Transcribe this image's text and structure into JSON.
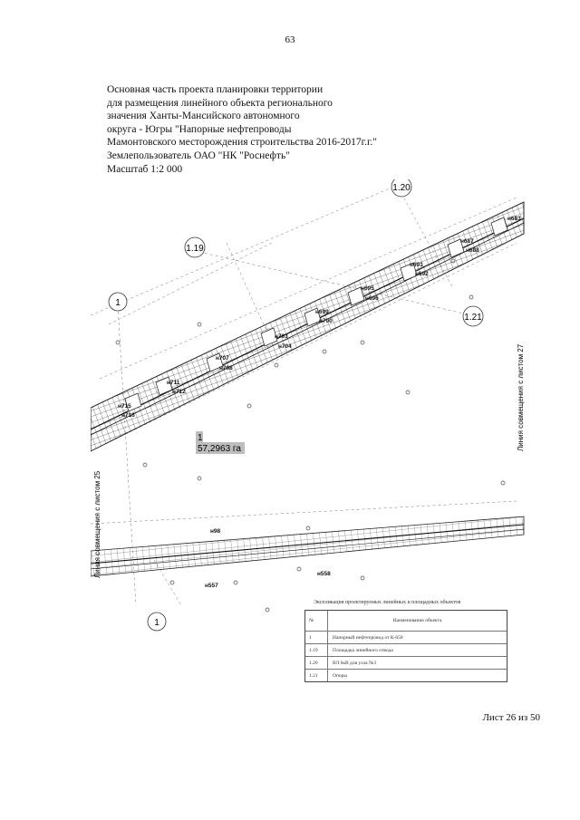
{
  "page_number": "63",
  "title_lines": [
    "Основная часть проекта планировки территории",
    "для размещения линейного объекта регионального",
    "значения Ханты-Мансийского автономного",
    "округа - Югры \"Напорные нефтепроводы",
    "Мамонтовского месторождения строительства 2016-2017г.г.\"",
    "Землепользователь ОАО \"НК \"Роснефть\"",
    "Масштаб 1:2 000"
  ],
  "map": {
    "callouts": [
      "1.20",
      "1.19",
      "1",
      "1.21",
      "1"
    ],
    "area_label": "1",
    "area_value": "57,2963 га",
    "point_labels": [
      "н683",
      "н687",
      "н688",
      "н691",
      "н692",
      "н695",
      "н696",
      "н699",
      "н700",
      "н703",
      "н704",
      "н707",
      "н708",
      "н711",
      "н712",
      "н715",
      "н716",
      "н98",
      "н558",
      "н557"
    ],
    "side_label_left": "Линия совмещения с листом 25",
    "side_label_right": "Линия совмещения с листом 27"
  },
  "legend": {
    "title": "Экспликация проектируемых линейных и площадных объектов",
    "header_no": "№",
    "header_name": "Наименование объекта",
    "rows": [
      {
        "no": "1",
        "name": "Напорный нефтепровод от К-658"
      },
      {
        "no": "1.19",
        "name": "Площадка линейного отвода"
      },
      {
        "no": "1.20",
        "name": "ВЛ 6кВ для узла №3"
      },
      {
        "no": "1.21",
        "name": "Опоры"
      }
    ]
  },
  "footer": "Лист 26 из 50"
}
